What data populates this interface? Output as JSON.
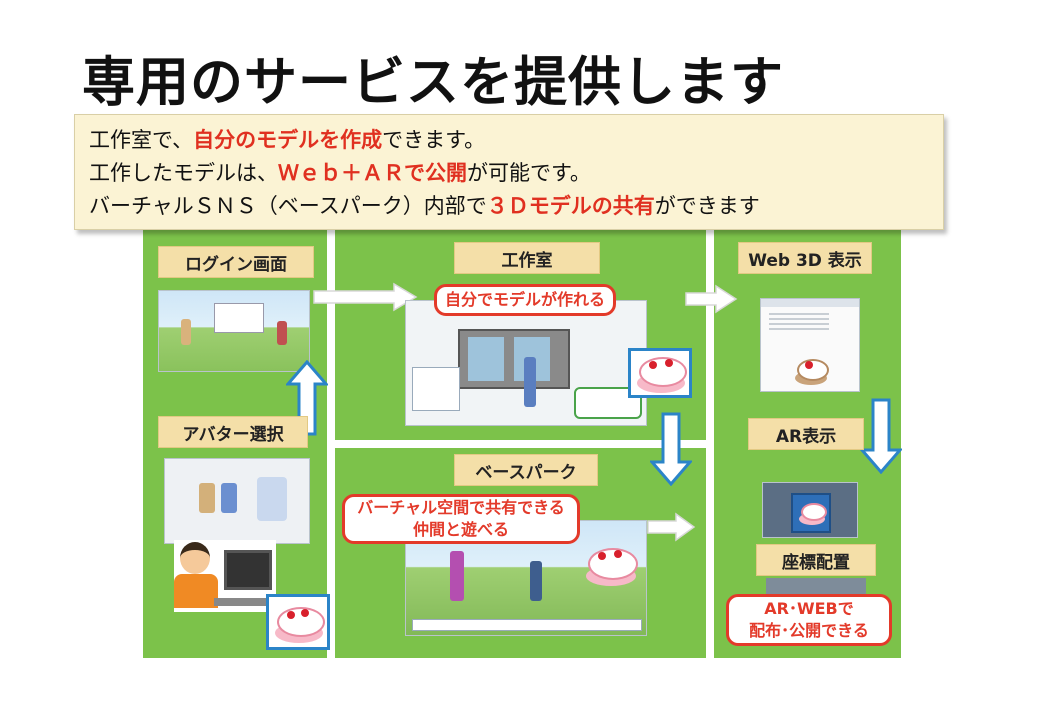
{
  "title": "専用のサービスを提供します",
  "intro": {
    "line1": {
      "a": "工作室で、",
      "b": "自分のモデルを作成",
      "c": "できます。"
    },
    "line2": {
      "a": "工作したモデルは、",
      "b": "Ｗｅｂ＋ＡＲで公開",
      "c": "が可能です。"
    },
    "line3": {
      "a": "バーチャルＳＮＳ（ベースパーク）内部で",
      "b": "３Ｄモデルの共有",
      "c": "ができます"
    }
  },
  "sections": {
    "login": "ログイン画面",
    "avatar": "アバター選択",
    "workshop": "工作室",
    "basepark": "ベースパーク",
    "web3d": "Web 3D 表示",
    "ar": "AR表示",
    "coord": "座標配置"
  },
  "callouts": {
    "workshop": "自分でモデルが作れる",
    "basepark_line1": "バーチャル空間で共有できる",
    "basepark_line2": "仲間と遊べる",
    "publish_line1": "AR･WEBで",
    "publish_line2": "配布･公開できる"
  },
  "colors": {
    "panel_green": "#7cc24a",
    "label_bg": "#f4dfa8",
    "accent_red": "#e33a2a",
    "arrow_blue": "#2b84c8"
  }
}
